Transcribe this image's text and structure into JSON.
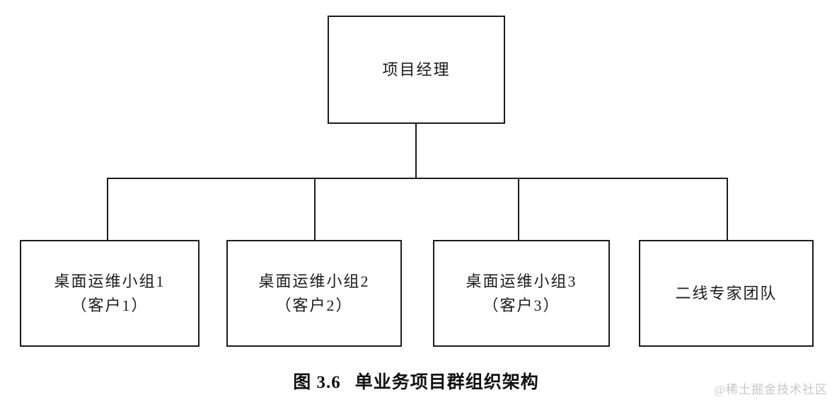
{
  "diagram": {
    "root_box": {
      "label": "项目经理"
    },
    "child_boxes": [
      {
        "line1": "桌面运维小组1",
        "line2": "（客户1）"
      },
      {
        "line1": "桌面运维小组2",
        "line2": "（客户2）"
      },
      {
        "line1": "桌面运维小组3",
        "line2": "（客户3）"
      },
      {
        "line1": "二线专家团队",
        "line2": ""
      }
    ]
  },
  "caption": {
    "figure_label": "图 3.6",
    "title": "单业务项目群组织架构"
  },
  "watermark": "@稀土掘金技术社区",
  "colors": {
    "line": "#1c1c1c",
    "background": "#ffffff",
    "watermark_text": "#c7c7c7"
  }
}
